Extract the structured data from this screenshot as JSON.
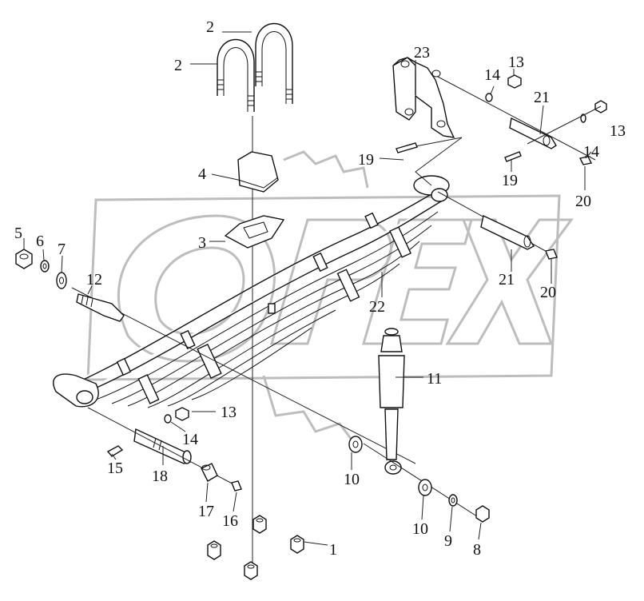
{
  "watermark": {
    "text": "OPEX",
    "color": "#bdbdbd"
  },
  "callouts": [
    {
      "id": "2a",
      "text": "2"
    },
    {
      "id": "2b",
      "text": "2"
    },
    {
      "id": "23",
      "text": "23"
    },
    {
      "id": "13a",
      "text": "13"
    },
    {
      "id": "14a",
      "text": "14"
    },
    {
      "id": "21a",
      "text": "21"
    },
    {
      "id": "13b",
      "text": "13"
    },
    {
      "id": "14b",
      "text": "14"
    },
    {
      "id": "19a",
      "text": "19"
    },
    {
      "id": "19b",
      "text": "19"
    },
    {
      "id": "4",
      "text": "4"
    },
    {
      "id": "20a",
      "text": "20"
    },
    {
      "id": "3",
      "text": "3"
    },
    {
      "id": "5",
      "text": "5"
    },
    {
      "id": "6",
      "text": "6"
    },
    {
      "id": "7",
      "text": "7"
    },
    {
      "id": "12",
      "text": "12"
    },
    {
      "id": "21b",
      "text": "21"
    },
    {
      "id": "20b",
      "text": "20"
    },
    {
      "id": "22",
      "text": "22"
    },
    {
      "id": "11",
      "text": "11"
    },
    {
      "id": "13c",
      "text": "13"
    },
    {
      "id": "14c",
      "text": "14"
    },
    {
      "id": "15",
      "text": "15"
    },
    {
      "id": "18",
      "text": "18"
    },
    {
      "id": "10a",
      "text": "10"
    },
    {
      "id": "17",
      "text": "17"
    },
    {
      "id": "16",
      "text": "16"
    },
    {
      "id": "10b",
      "text": "10"
    },
    {
      "id": "9",
      "text": "9"
    },
    {
      "id": "8",
      "text": "8"
    },
    {
      "id": "1",
      "text": "1"
    }
  ]
}
